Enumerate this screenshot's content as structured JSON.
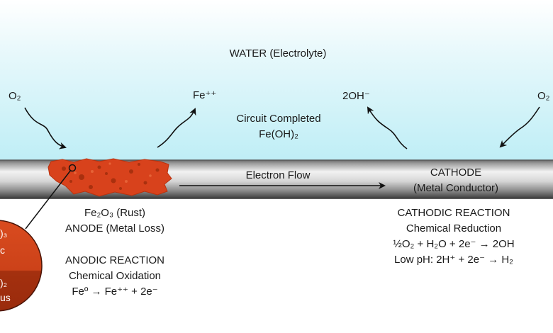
{
  "colors": {
    "water_top": "#ffffff",
    "water_bottom": "#bfeef6",
    "rust": "#d8421c",
    "rust_dark": "#8e2108",
    "circle_top": "#d94b1f",
    "circle_bottom": "#a4300f",
    "pipe_light": "#ececec",
    "pipe_dark": "#4a4a4a"
  },
  "water": {
    "label": "WATER (Electrolyte)",
    "circuit_line1": "Circuit Completed",
    "circuit_line2": "Fe(OH)₂"
  },
  "arrows": {
    "o2_left": "O₂",
    "fe_ion": "Fe⁺⁺",
    "hydroxide": "2OH⁻",
    "o2_right": "O₂"
  },
  "pipe": {
    "electron_flow": "Electron Flow",
    "cathode_line1": "CATHODE",
    "cathode_line2": "(Metal Conductor)"
  },
  "anode": {
    "rust_label": "Fe₂O₃ (Rust)",
    "metal_loss": "ANODE (Metal Loss)",
    "reaction_title": "ANODIC REACTION",
    "reaction_type": "Chemical Oxidation",
    "equation": "Feº → Fe⁺⁺ + 2e⁻"
  },
  "cathode": {
    "reaction_title": "CATHODIC REACTION",
    "reaction_type": "Chemical Reduction",
    "equation1": "½O₂ + H₂O + 2e⁻ → 2OH",
    "equation2": "Low pH: 2H⁺ + 2e⁻ → H₂"
  },
  "magnifier": {
    "line1": ")₃",
    "line2": "c",
    "line3": ")₂",
    "line4": "us"
  }
}
